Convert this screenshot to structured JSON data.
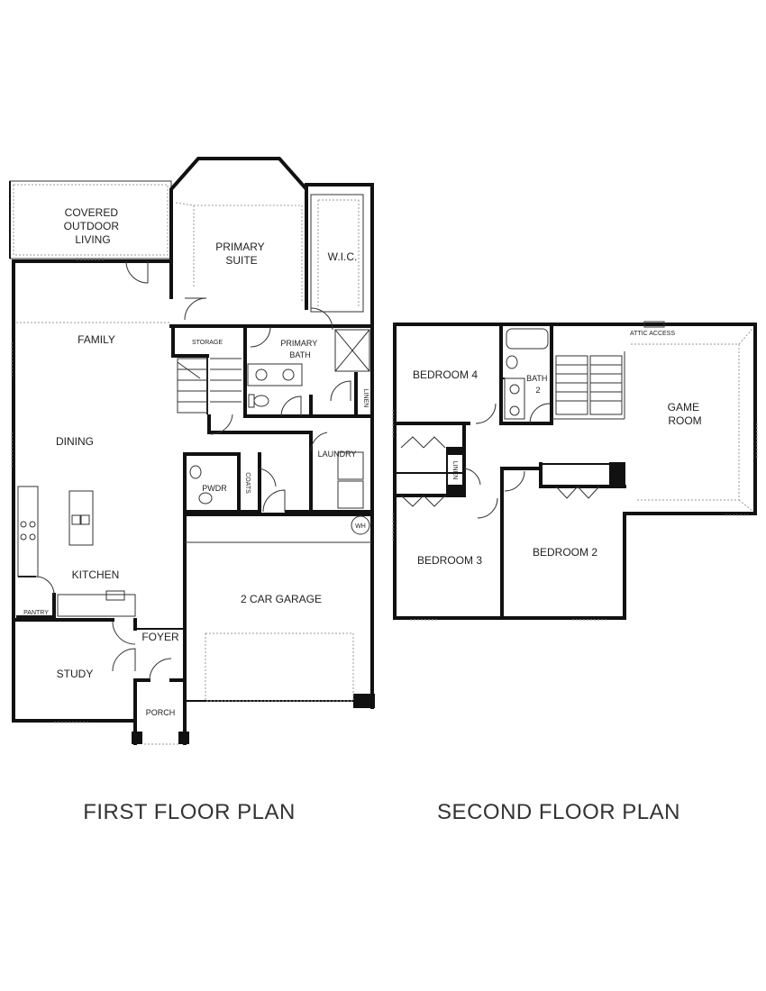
{
  "first_floor": {
    "caption": "FIRST FLOOR PLAN",
    "rooms": {
      "covered_outdoor_living": [
        "COVERED",
        "OUTDOOR",
        "LIVING"
      ],
      "primary_suite": [
        "PRIMARY",
        "SUITE"
      ],
      "wic": "W.I.C.",
      "family": "FAMILY",
      "storage": "STORAGE",
      "primary_bath": [
        "PRIMARY",
        "BATH"
      ],
      "linen": "LINEN",
      "dining": "DINING",
      "laundry": "LAUNDRY",
      "pwdr": "PWDR",
      "coats": "COATS",
      "wh": "WH",
      "kitchen": "KITCHEN",
      "pantry": "PANTRY",
      "two_car_garage": "2 CAR GARAGE",
      "foyer": "FOYER",
      "study": "STUDY",
      "porch": "PORCH"
    }
  },
  "second_floor": {
    "caption": "SECOND FLOOR PLAN",
    "rooms": {
      "attic_access": "ATTIC ACCESS",
      "bedroom_4": "BEDROOM 4",
      "bath_2": [
        "BATH",
        "2"
      ],
      "game_room": [
        "GAME",
        "ROOM"
      ],
      "linen": "LINEN",
      "bedroom_3": "BEDROOM 3",
      "bedroom_2": "BEDROOM 2"
    }
  }
}
